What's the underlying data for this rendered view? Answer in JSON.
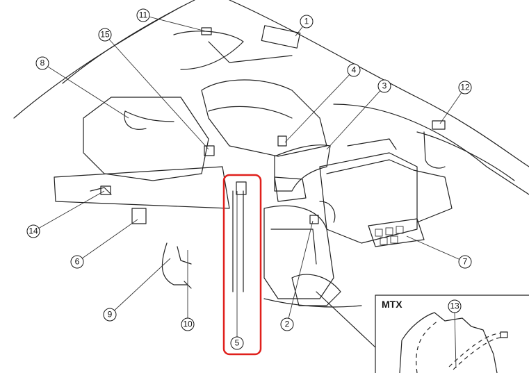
{
  "diagram": {
    "callouts": [
      "1",
      "2",
      "3",
      "4",
      "5",
      "6",
      "7",
      "8",
      "9",
      "10",
      "11",
      "12",
      "13",
      "14",
      "15"
    ],
    "inset_label": "MTX",
    "highlight_color": "#e0201c",
    "highlighted_callout": "5"
  }
}
